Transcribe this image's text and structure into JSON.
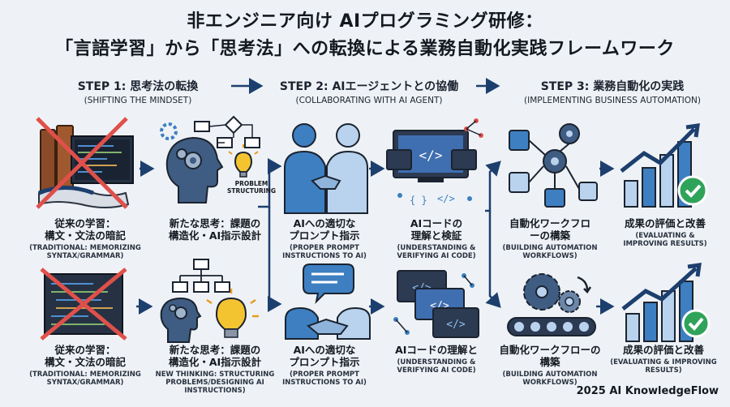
{
  "title": {
    "line1": "非エンジニア向け AIプログラミング研修：",
    "line2": "「言語学習」から「思考法」への転換による業務自動化実践フレームワーク"
  },
  "steps": [
    {
      "heading": "STEP 1: 思考法の転換",
      "sub": "(SHIFTING THE MINDSET)"
    },
    {
      "heading": "STEP 2: AIエージェントとの協働",
      "sub": "(COLLABORATING WITH AI AGENT)"
    },
    {
      "heading": "STEP 3: 業務自動化の実践",
      "sub": "(IMPLEMENTING BUSINESS AUTOMATION)"
    }
  ],
  "top_row": [
    {
      "caption": "従来の学習：\n構文・文法の暗記",
      "sub": "(TRADITIONAL: MEMORIZING\nSYNTAX/GRAMMAR)"
    },
    {
      "caption": "新たな思考：課題の\n構造化・AI指示設計",
      "sub": "",
      "icon_label": "PROBLEM\nSTRUCTURING"
    },
    {
      "caption": "AIへの適切な\nプロンプト指示",
      "sub": "(PROPER PROMPT\nINSTRUCTIONS TO AI)"
    },
    {
      "caption": "AIコードの\n理解と検証",
      "sub": "(UNDERSTANDING &\nVERIFYING AI CODE)"
    },
    {
      "caption": "自動化ワークフロ\nーの構築",
      "sub": "(BUILDING AUTOMATION\nWORKFLOWS)"
    },
    {
      "caption": "成果の評価と改善",
      "sub": "(EVALUATING &\nIMPROVING RESULTS)"
    }
  ],
  "bottom_row": [
    {
      "caption": "従来の学習：\n構文・文法の暗記",
      "sub": "(TRADITIONAL: MEMORIZING\nSYNTAX/GRAMMAR)"
    },
    {
      "caption": "新たな思考：課題の\n構造化・AI指示設計",
      "sub": "NEW THINKING: STRUCTURING\nPROBLEMS/DESIGNING AI\nINSTRUCTIONS)"
    },
    {
      "caption": "AIへの適切な\nプロンプト指示",
      "sub": "(PROPER PROMPT\nINSTRUCTIONS TO AI)"
    },
    {
      "caption": "AIコードの理解と",
      "sub": "(UNDERSTANDING &\nVERIFYING AI CODE)"
    },
    {
      "caption": "自動化ワークフローの\n構築",
      "sub": "(BUILDING AUTOMATION\nWORKFLOWS)"
    },
    {
      "caption": "成果の評価と改善",
      "sub": "(EVALUATING & IMPROVING\nRESULTS)"
    }
  ],
  "footer": "2025 AI KnowledgeFlow",
  "colors": {
    "navy": "#1d3f6e",
    "blue": "#3d7fc1",
    "light_blue": "#b9d3ee",
    "red": "#e0504a",
    "green": "#2fa35a",
    "yellow": "#f4c430",
    "bg": "#eef2f6"
  }
}
